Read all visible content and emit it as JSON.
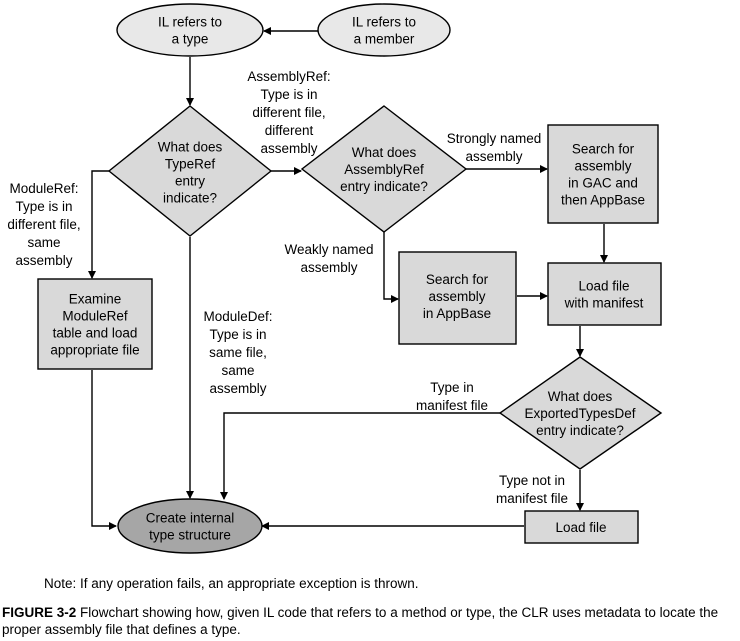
{
  "nodes": {
    "il_type": [
      "IL refers to",
      "a type"
    ],
    "il_member": [
      "IL refers to",
      "a member"
    ],
    "typeref_q": [
      "What does",
      "TypeRef",
      "entry",
      "indicate?"
    ],
    "assemblyref_q": [
      "What does",
      "AssemblyRef",
      "entry indicate?"
    ],
    "search_gac": [
      "Search for",
      "assembly",
      "in GAC and",
      "then AppBase"
    ],
    "search_appbase": [
      "Search for",
      "assembly",
      "in AppBase"
    ],
    "load_manifest": [
      "Load file",
      "with manifest"
    ],
    "examine_moduleref": [
      "Examine",
      "ModuleRef",
      "table and load",
      "appropriate file"
    ],
    "exported_q": [
      "What does",
      "ExportedTypesDef",
      "entry indicate?"
    ],
    "load_file": [
      "Load file"
    ],
    "create_type": [
      "Create internal",
      "type structure"
    ]
  },
  "edge_labels": {
    "assemblyref": [
      "AssemblyRef:",
      "Type is in",
      "different file,",
      "different",
      "assembly"
    ],
    "moduleref": [
      "ModuleRef:",
      "Type is in",
      "different file,",
      "same",
      "assembly"
    ],
    "moduledef": [
      "ModuleDef:",
      "Type is in",
      "same file,",
      "same",
      "assembly"
    ],
    "strongly_named": [
      "Strongly named",
      "assembly"
    ],
    "weakly_named": [
      "Weakly named",
      "assembly"
    ],
    "type_in_manifest": [
      "Type in",
      "manifest file"
    ],
    "type_not_in_manifest": [
      "Type not in",
      "manifest file"
    ]
  },
  "colors": {
    "box_fill": "#d9d9d9",
    "ellipse_fill": "#e8e8e8",
    "final_ellipse_fill": "#a6a6a6",
    "stroke": "#000000"
  },
  "note": "Note: If any operation fails, an appropriate exception is thrown.",
  "caption": {
    "label": "FIGURE 3-2",
    "text": "Flowchart showing how, given IL code that refers to a method or type, the CLR uses metadata to locate the proper assembly file that defines a type."
  }
}
